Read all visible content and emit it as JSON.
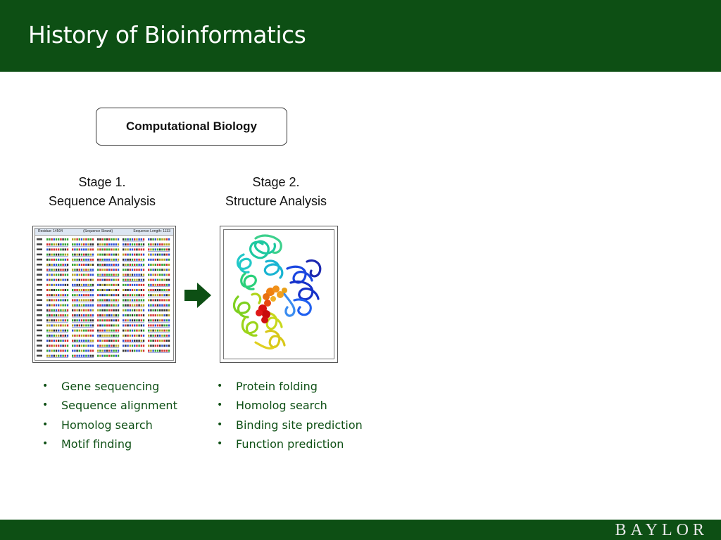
{
  "slide": {
    "title": "History of Bioinformatics",
    "brand": "BAYLOR"
  },
  "diagram": {
    "root_label": "Computational Biology",
    "stage1": {
      "line1": "Stage 1.",
      "line2": "Sequence Analysis"
    },
    "stage2": {
      "line1": "Stage 2.",
      "line2": "Structure Analysis"
    }
  },
  "sequence_viewer": {
    "header_left": "Residue: 14504",
    "header_mid": "(Sequence Strand)",
    "header_right": "Sequence Length: 1133"
  },
  "bullets_left": [
    "Gene sequencing",
    "Sequence alignment",
    "Homolog search",
    "Motif finding"
  ],
  "bullets_right": [
    "Protein folding",
    "Homolog search",
    "Binding site prediction",
    "Function prediction"
  ],
  "colors": {
    "brand_green": "#0d4f14",
    "bullet_text": "#0d4f14"
  },
  "icons": {
    "bullet": "•",
    "arrow": "right-arrow-icon"
  }
}
